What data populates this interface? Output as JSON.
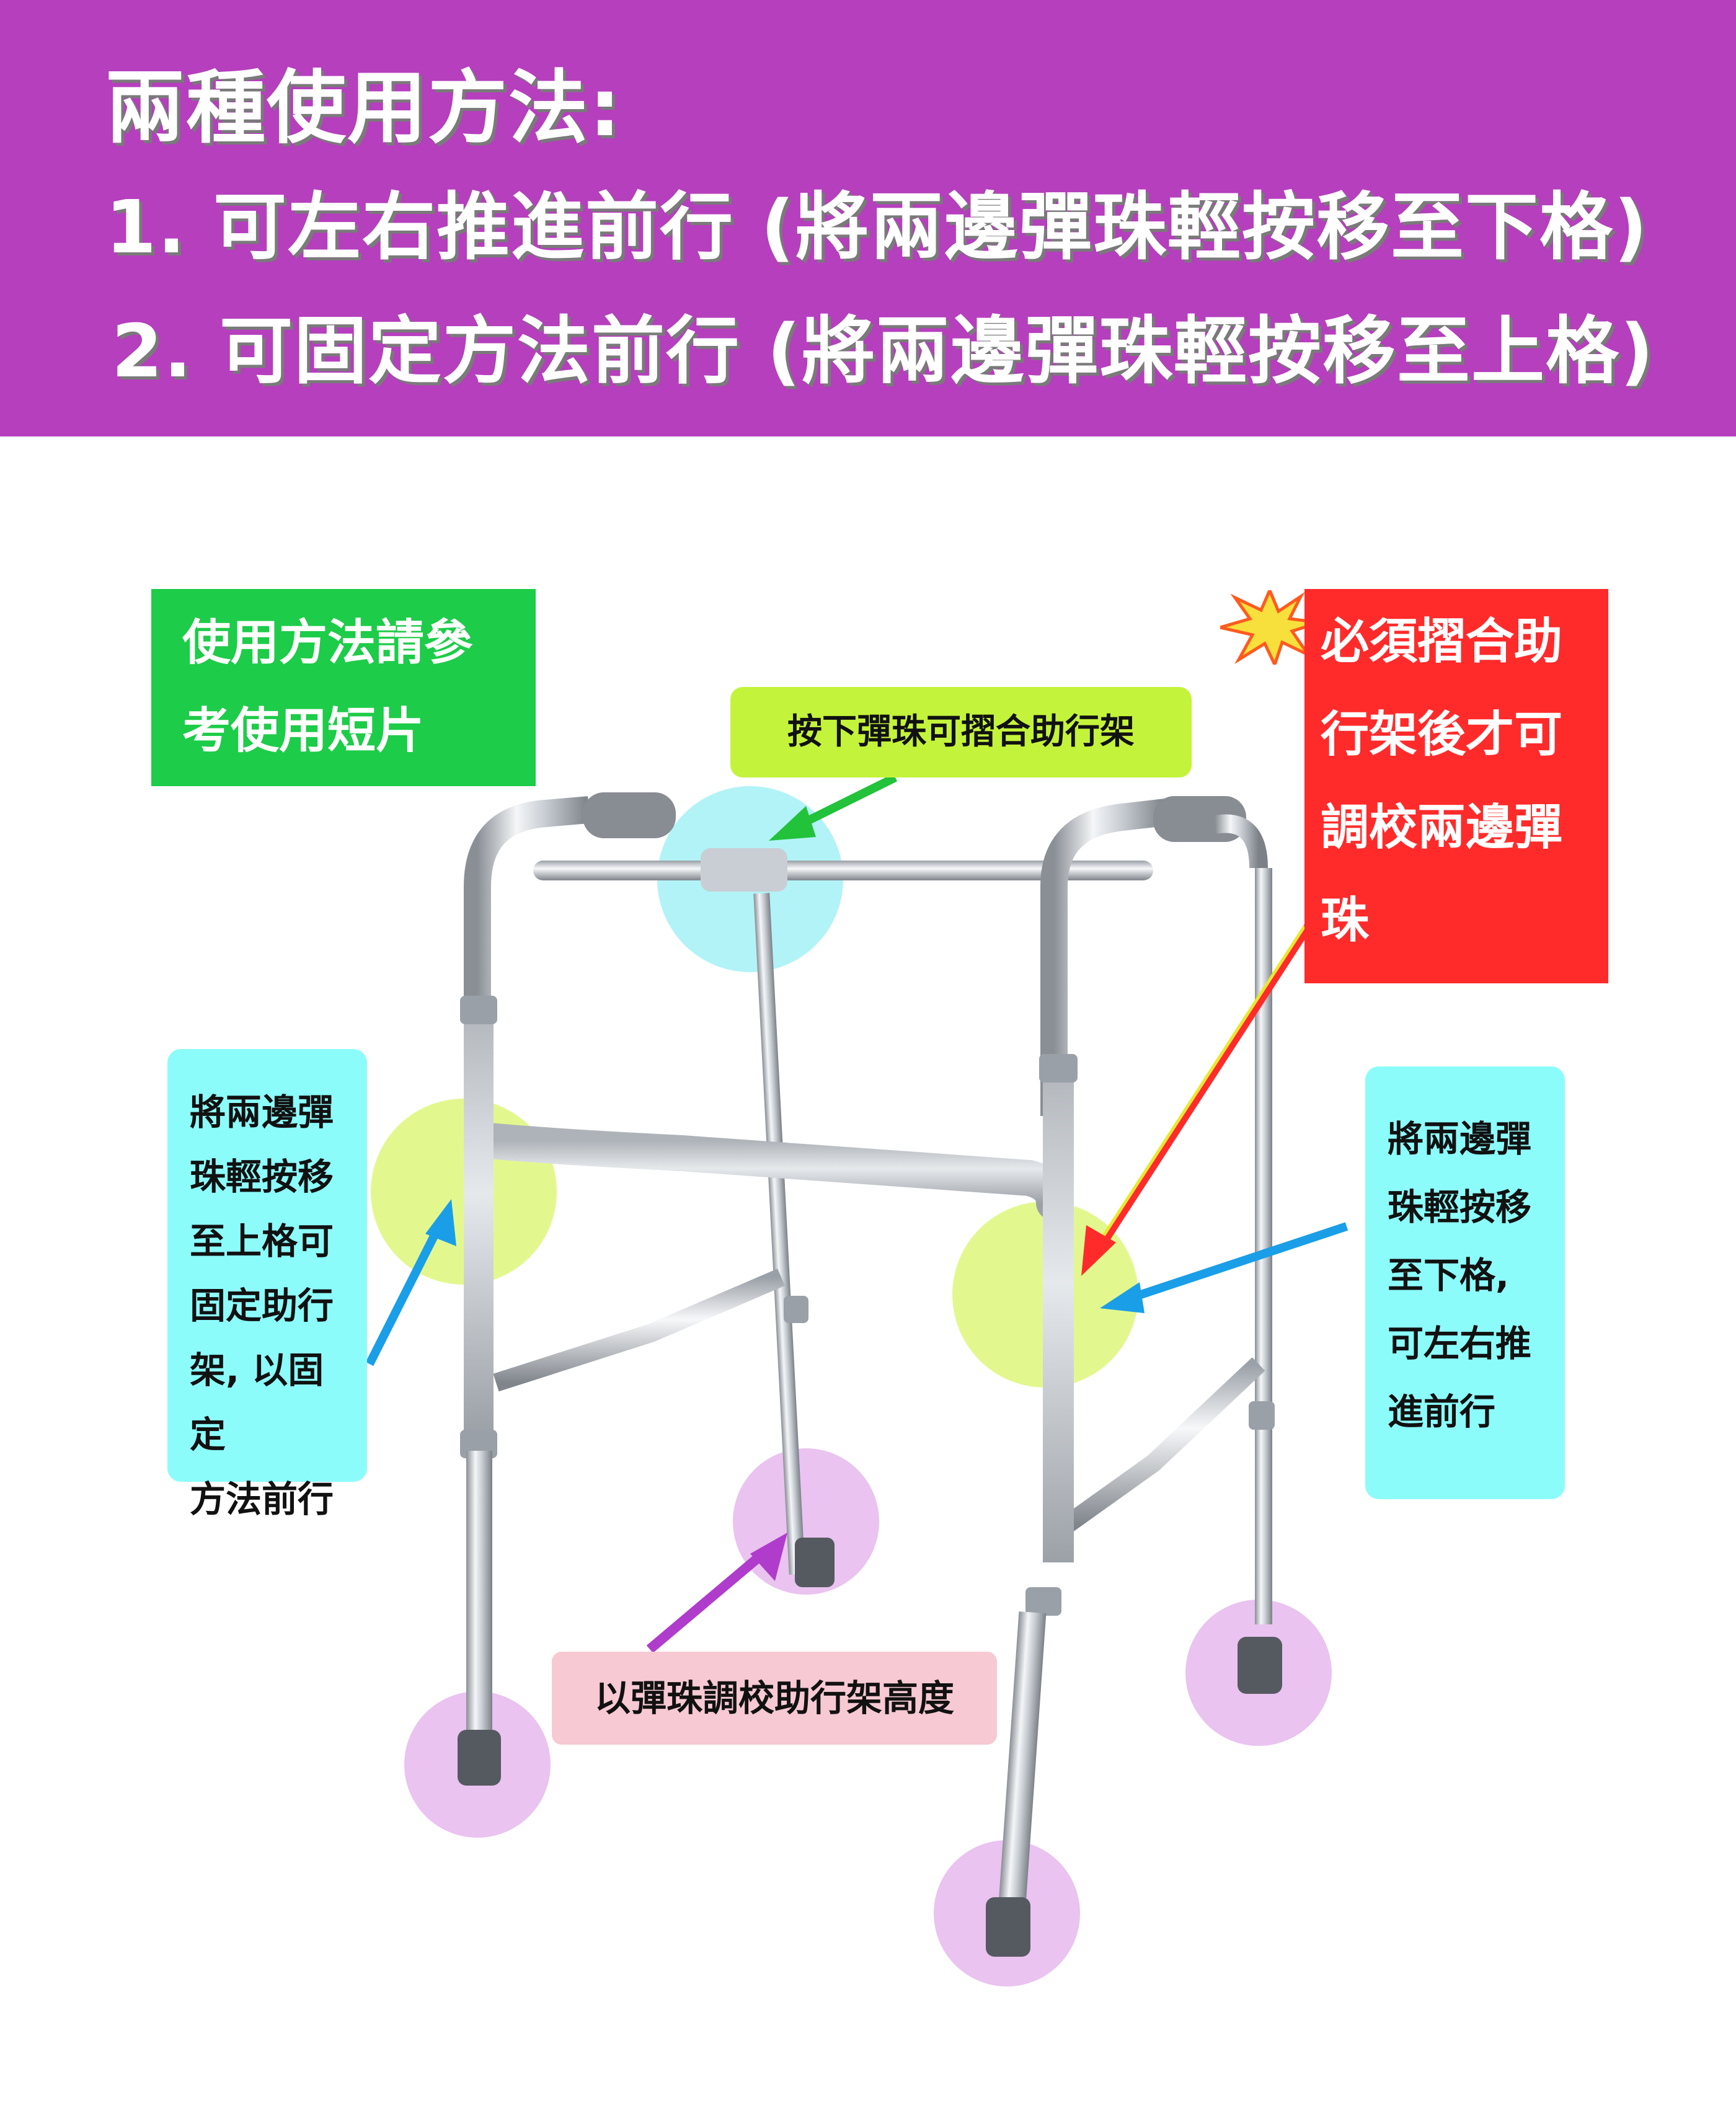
{
  "header": {
    "title": "兩種使用方法:",
    "line1": "1. 可左右推進前行 (將兩邊彈珠輕按移至下格)",
    "line2": "2. 可固定方法前行 (將兩邊彈珠輕按移至上格)",
    "background_color": "#b53fbd"
  },
  "labels": {
    "video_note": [
      "使用方法請參",
      "考使用短片"
    ],
    "fold_button": "按下彈珠可摺合助行架",
    "warning": [
      "必須摺合助",
      "行架後才可",
      "調校兩邊彈",
      "珠"
    ],
    "fixed_mode": [
      "將兩邊彈",
      "珠輕按移",
      "至上格可",
      "固定助行",
      "架, 以固定",
      "方法前行"
    ],
    "push_mode": [
      "將兩邊彈",
      "珠輕按移",
      "至下格,",
      "可左右推",
      "進前行"
    ],
    "height_adjust": "以彈珠調校助行架高度"
  },
  "icons": {
    "warning": "starburst-icon",
    "arrows": "pointer-arrow-icon"
  },
  "colors": {
    "green": "#1dcc48",
    "yellow": "#c4f33b",
    "red": "#ff2b2b",
    "cyan": "#8cfcfb",
    "pink": "#f7c9d3",
    "highlight_cyan": "#9ff0f5",
    "highlight_lime": "#d8f56a",
    "highlight_purple": "#dc9be6"
  }
}
